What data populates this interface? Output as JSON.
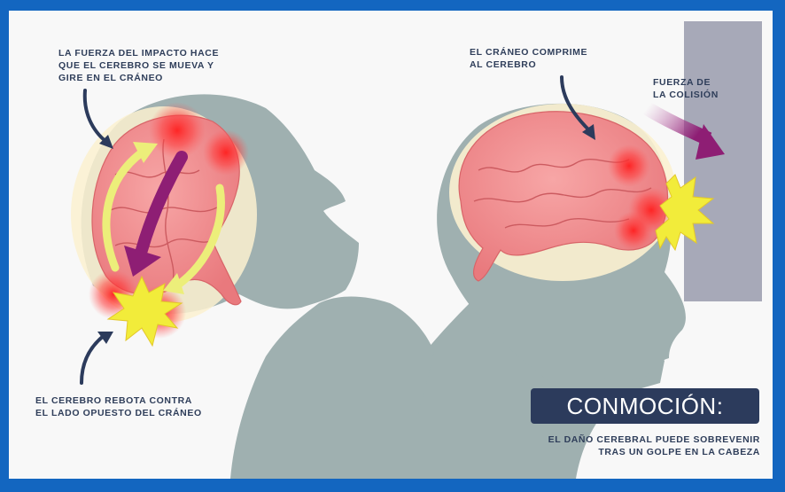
{
  "labels": {
    "impact_line1": "LA FUERZA DEL IMPACTO HACE",
    "impact_line2": "QUE EL CEREBRO SE MUEVA Y",
    "impact_line3": "GIRE EN EL CRÁNEO",
    "skull_line1": "EL CRÁNEO COMPRIME",
    "skull_line2": "AL CEREBRO",
    "force_line1": "FUERZA DE",
    "force_line2": "LA COLISIÓN",
    "rebound_line1": "EL CEREBRO REBOTA CONTRA",
    "rebound_line2": "EL LADO OPUESTO DEL CRÁNEO"
  },
  "title": "CONMOCIÓN:",
  "subtitle_line1": "EL DAÑO CEREBRAL PUEDE SOBREVENIR",
  "subtitle_line2": "TRAS UN GOLPE EN LA CABEZA",
  "colors": {
    "frame": "#1366c0",
    "silhouette": "#9fb0b0",
    "brain": "#f08a8e",
    "impact_glow": "#ff2a2a",
    "starburst": "#f2ec3a",
    "arrow_force": "#8e1e74",
    "arrow_rotation": "#ecee7a",
    "wall": "#a7a9b8",
    "title_box": "#2c3b5c",
    "text": "#2f3e5a"
  },
  "icons": [
    "head-silhouette",
    "brain",
    "curved-arrow",
    "starburst",
    "wall"
  ]
}
